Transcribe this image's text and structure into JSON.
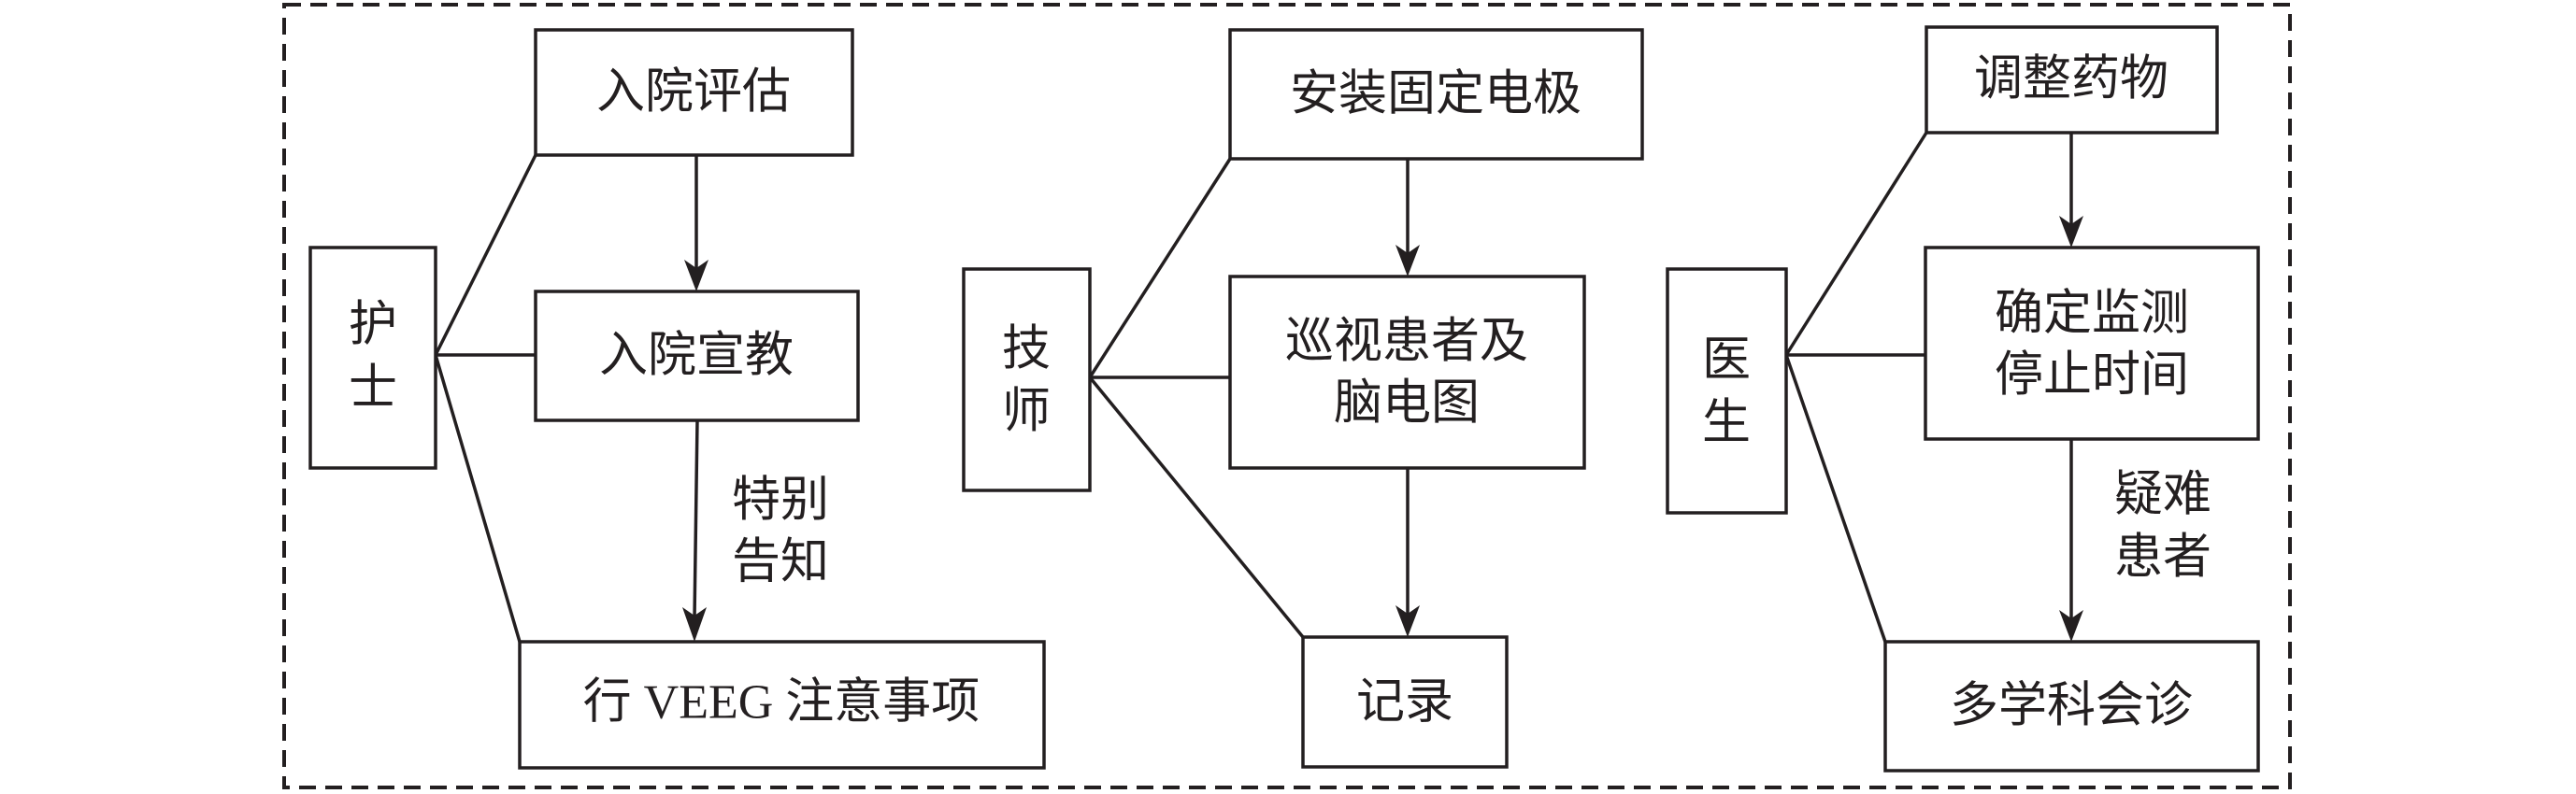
{
  "diagram": {
    "groups": [
      {
        "role": [
          "护",
          "士"
        ],
        "steps": [
          {
            "lines": [
              "入院评估"
            ]
          },
          {
            "lines": [
              "入院宣教"
            ]
          },
          {
            "lines": [
              "行 VEEG 注意事项"
            ]
          }
        ],
        "edge_labels": [
          null,
          [
            "特别",
            "告知"
          ]
        ]
      },
      {
        "role": [
          "技",
          "师"
        ],
        "steps": [
          {
            "lines": [
              "安装固定电极"
            ]
          },
          {
            "lines": [
              "巡视患者及",
              "脑电图"
            ]
          },
          {
            "lines": [
              "记录"
            ]
          }
        ],
        "edge_labels": [
          null,
          null
        ]
      },
      {
        "role": [
          "医",
          "生"
        ],
        "steps": [
          {
            "lines": [
              "调整药物"
            ]
          },
          {
            "lines": [
              "确定监测",
              "停止时间"
            ]
          },
          {
            "lines": [
              "多学科会诊"
            ]
          }
        ],
        "edge_labels": [
          null,
          [
            "疑难",
            "患者"
          ]
        ]
      }
    ],
    "colors": {
      "stroke": "#231f20",
      "background": "#ffffff"
    }
  }
}
